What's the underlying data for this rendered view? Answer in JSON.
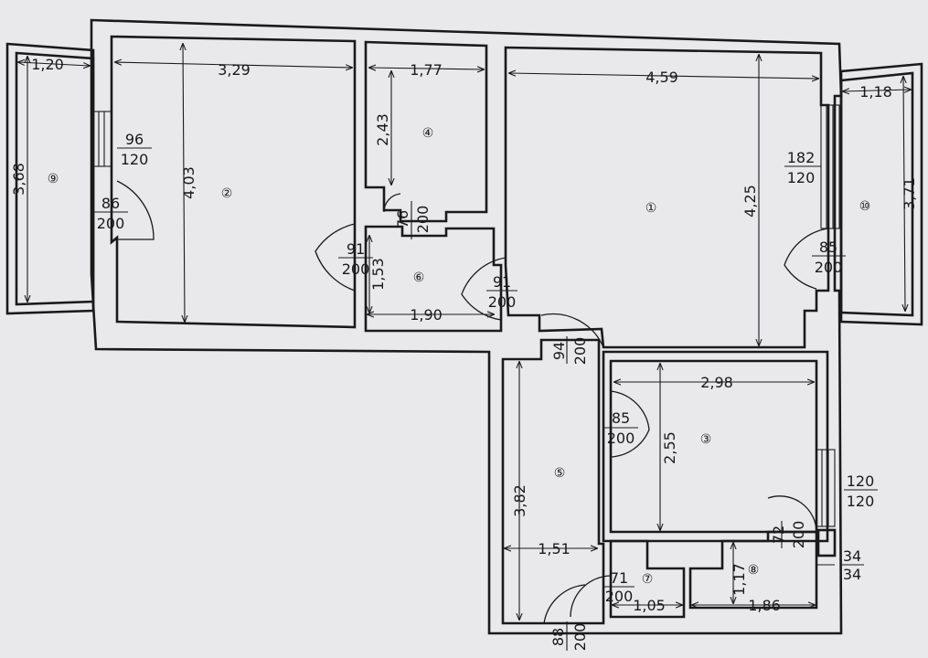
{
  "colors": {
    "paper": "#e9e9ec",
    "ink": "#1a1a1a"
  },
  "rooms": [
    {
      "number": "①"
    },
    {
      "number": "②"
    },
    {
      "number": "③"
    },
    {
      "number": "④"
    },
    {
      "number": "⑤"
    },
    {
      "number": "⑥"
    },
    {
      "number": "⑦"
    },
    {
      "number": "⑧"
    },
    {
      "number": "⑨"
    },
    {
      "number": "⑩"
    }
  ],
  "dimensions": [
    "1,20",
    "3,29",
    "1,77",
    "4,59",
    "1,18",
    "3,68",
    "4,03",
    "2,43",
    "4,25",
    "3,71",
    "1,53",
    "1,90",
    "2,98",
    "2,55",
    "3,82",
    "1,51",
    "1,05",
    "1,86",
    "1,17"
  ],
  "openings": [
    {
      "width": "96",
      "height": "120"
    },
    {
      "width": "86",
      "height": "200"
    },
    {
      "width": "76",
      "height": "200"
    },
    {
      "width": "91",
      "height": "200"
    },
    {
      "width": "91",
      "height": "200"
    },
    {
      "width": "182",
      "height": "120"
    },
    {
      "width": "85",
      "height": "200"
    },
    {
      "width": "94",
      "height": "200"
    },
    {
      "width": "85",
      "height": "200"
    },
    {
      "width": "120",
      "height": "120"
    },
    {
      "width": "72",
      "height": "200"
    },
    {
      "width": "34",
      "height": "34"
    },
    {
      "width": "71",
      "height": "200"
    },
    {
      "width": "88",
      "height": "200"
    }
  ]
}
